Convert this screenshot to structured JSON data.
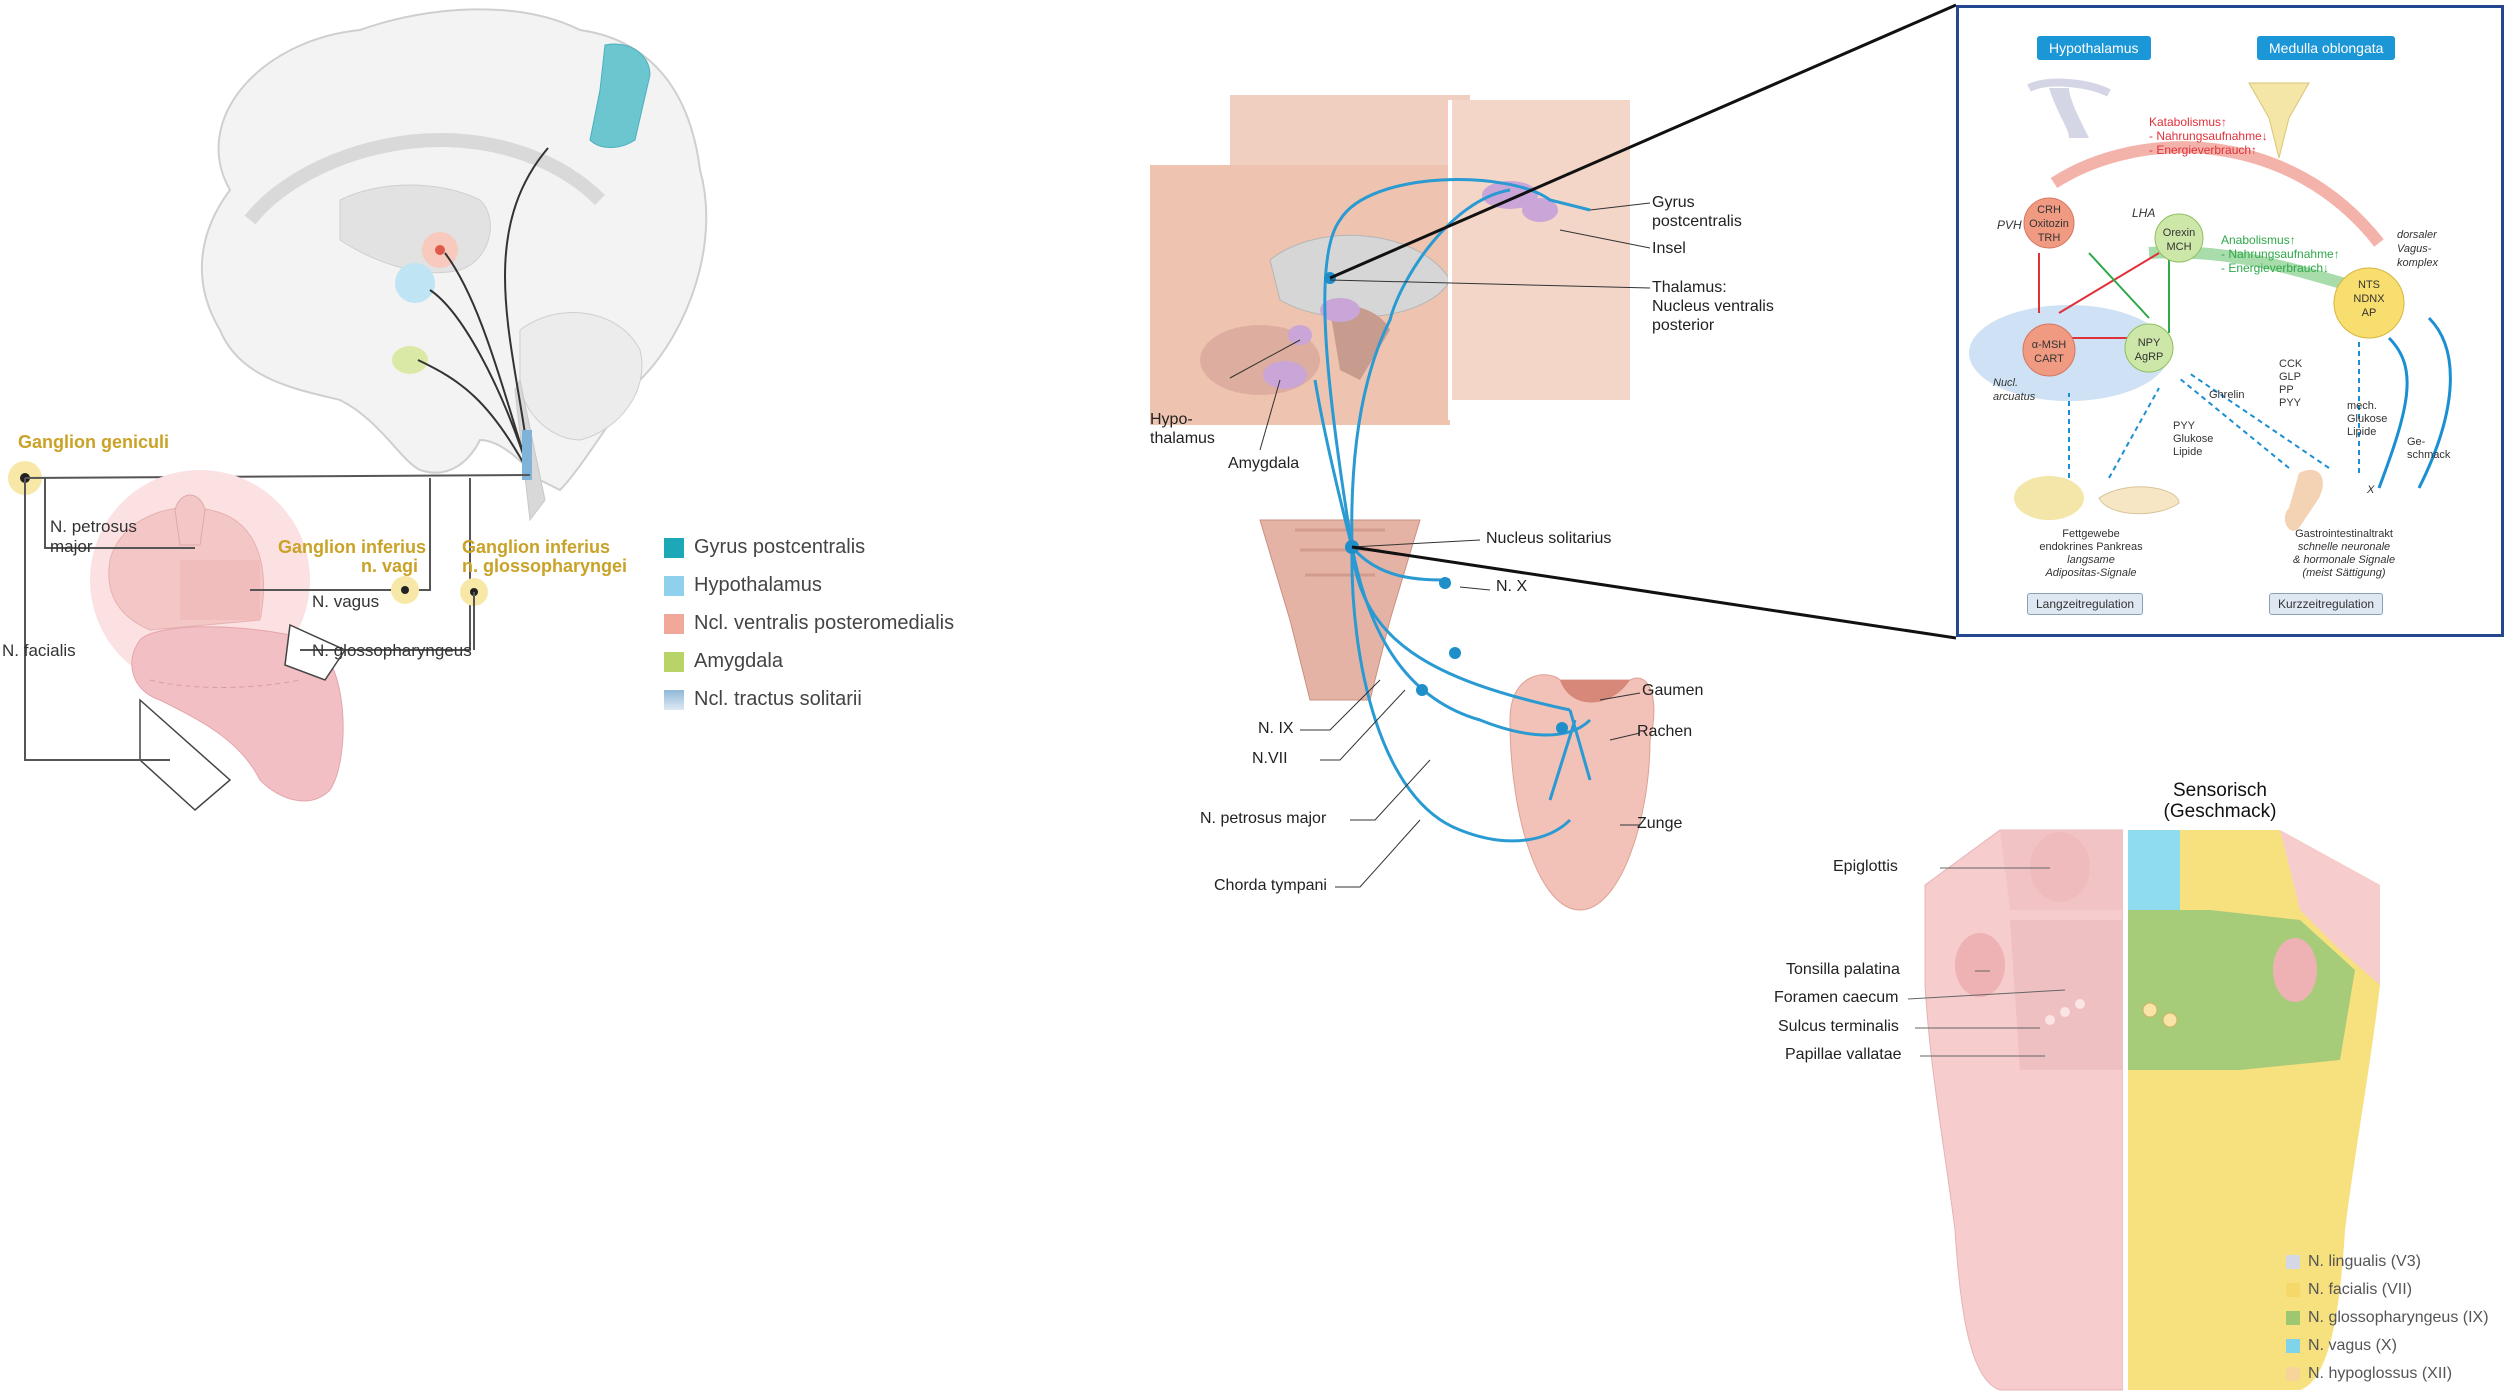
{
  "panel1": {
    "ganglion_geniculi": "Ganglion geniculi",
    "n_petrosus_major_1": "N. petrosus",
    "n_petrosus_major_2": "major",
    "ganglion_inferius_vagi_1": "Ganglion inferius",
    "ganglion_inferius_vagi_2": "n. vagi",
    "ganglion_inferius_glosso_1": "Ganglion inferius",
    "ganglion_inferius_glosso_2": "n. glossopharyngei",
    "n_vagus": "N. vagus",
    "n_facialis": "N. facialis",
    "n_glossopharyngeus": "N. glossopharyngeus",
    "legend": [
      {
        "label": "Gyrus postcentralis",
        "color": "#1da8b8"
      },
      {
        "label": "Hypothalamus",
        "color": "#8fd0ec"
      },
      {
        "label": "Ncl. ventralis posteromedialis",
        "color": "#f2a898"
      },
      {
        "label": "Amygdala",
        "color": "#b8d468"
      },
      {
        "label": "Ncl. tractus solitarii",
        "color": "#8fb8d8"
      }
    ]
  },
  "panel2": {
    "gyrus_postcentralis_1": "Gyrus",
    "gyrus_postcentralis_2": "postcentralis",
    "insel": "Insel",
    "thalamus_1": "Thalamus:",
    "thalamus_2": "Nucleus ventralis",
    "thalamus_3": "posterior",
    "hypothalamus_1": "Hypo-",
    "hypothalamus_2": "thalamus",
    "amygdala": "Amygdala",
    "nucleus_solitarius": "Nucleus solitarius",
    "n_x": "N. X",
    "n_ix": "N. IX",
    "n_vii": "N.VII",
    "n_petrosus_major": "N. petrosus major",
    "chorda_tympani": "Chorda tympani",
    "gaumen": "Gaumen",
    "rachen": "Rachen",
    "zunge": "Zunge"
  },
  "panel3": {
    "hypothalamus_btn": "Hypothalamus",
    "medulla_btn": "Medulla oblongata",
    "katabolismus": "Katabolismus↑",
    "kat_1": "- Nahrungsaufnahme↓",
    "kat_2": "- Energieverbrauch↑",
    "anabolismus": "Anabolismus↑",
    "ana_1": "- Nahrungsaufnahme↑",
    "ana_2": "- Energieverbrauch↓",
    "pvh": "PVH",
    "lha": "LHA",
    "crh_1": "CRH",
    "crh_2": "Oxitozin",
    "crh_3": "TRH",
    "orexin_1": "Orexin",
    "orexin_2": "MCH",
    "amsh_1": "α-MSH",
    "amsh_2": "CART",
    "npy_1": "NPY",
    "npy_2": "AgRP",
    "nts_1": "NTS",
    "nts_2": "NDNX",
    "nts_3": "AP",
    "dorsaler_1": "dorsaler",
    "dorsaler_2": "Vagus-",
    "dorsaler_3": "komplex",
    "nucl_arc_1": "Nucl.",
    "nucl_arc_2": "arcuatus",
    "ghrelin": "Ghrelin",
    "cck": [
      "CCK",
      "GLP",
      "PP",
      "PYY"
    ],
    "pyy": [
      "PYY",
      "Glukose",
      "Lipide"
    ],
    "mech": [
      "mech.",
      "Glukose",
      "Lipide"
    ],
    "geschmack_1": "Ge-",
    "geschmack_2": "schmack",
    "x_label": "X",
    "fett_1": "Fettgewebe",
    "fett_2": "endokrines Pankreas",
    "fett_3": "langsame",
    "fett_4": "Adipositas-Signale",
    "gi_1": "Gastrointestinaltrakt",
    "gi_2": "schnelle neuronale",
    "gi_3": "& hormonale Signale",
    "gi_4": "(meist Sättigung)",
    "langzeit": "Langzeitregulation",
    "kurzzeit": "Kurzzeitregulation"
  },
  "panel4": {
    "title_1": "Sensorisch",
    "title_2": "(Geschmack)",
    "epiglottis": "Epiglottis",
    "tonsilla": "Tonsilla palatina",
    "foramen": "Foramen caecum",
    "sulcus": "Sulcus terminalis",
    "papillae": "Papillae vallatae",
    "legend": [
      {
        "label": "N. lingualis (V3)",
        "color": "#d4d8e4"
      },
      {
        "label": "N. facialis (VII)",
        "color": "#f6d86a"
      },
      {
        "label": "N. glossopharyngeus (IX)",
        "color": "#9ec870"
      },
      {
        "label": "N. vagus (X)",
        "color": "#7fd4ea"
      },
      {
        "label": "N. hypoglossus (XII)",
        "color": "#f6d49a"
      }
    ]
  }
}
